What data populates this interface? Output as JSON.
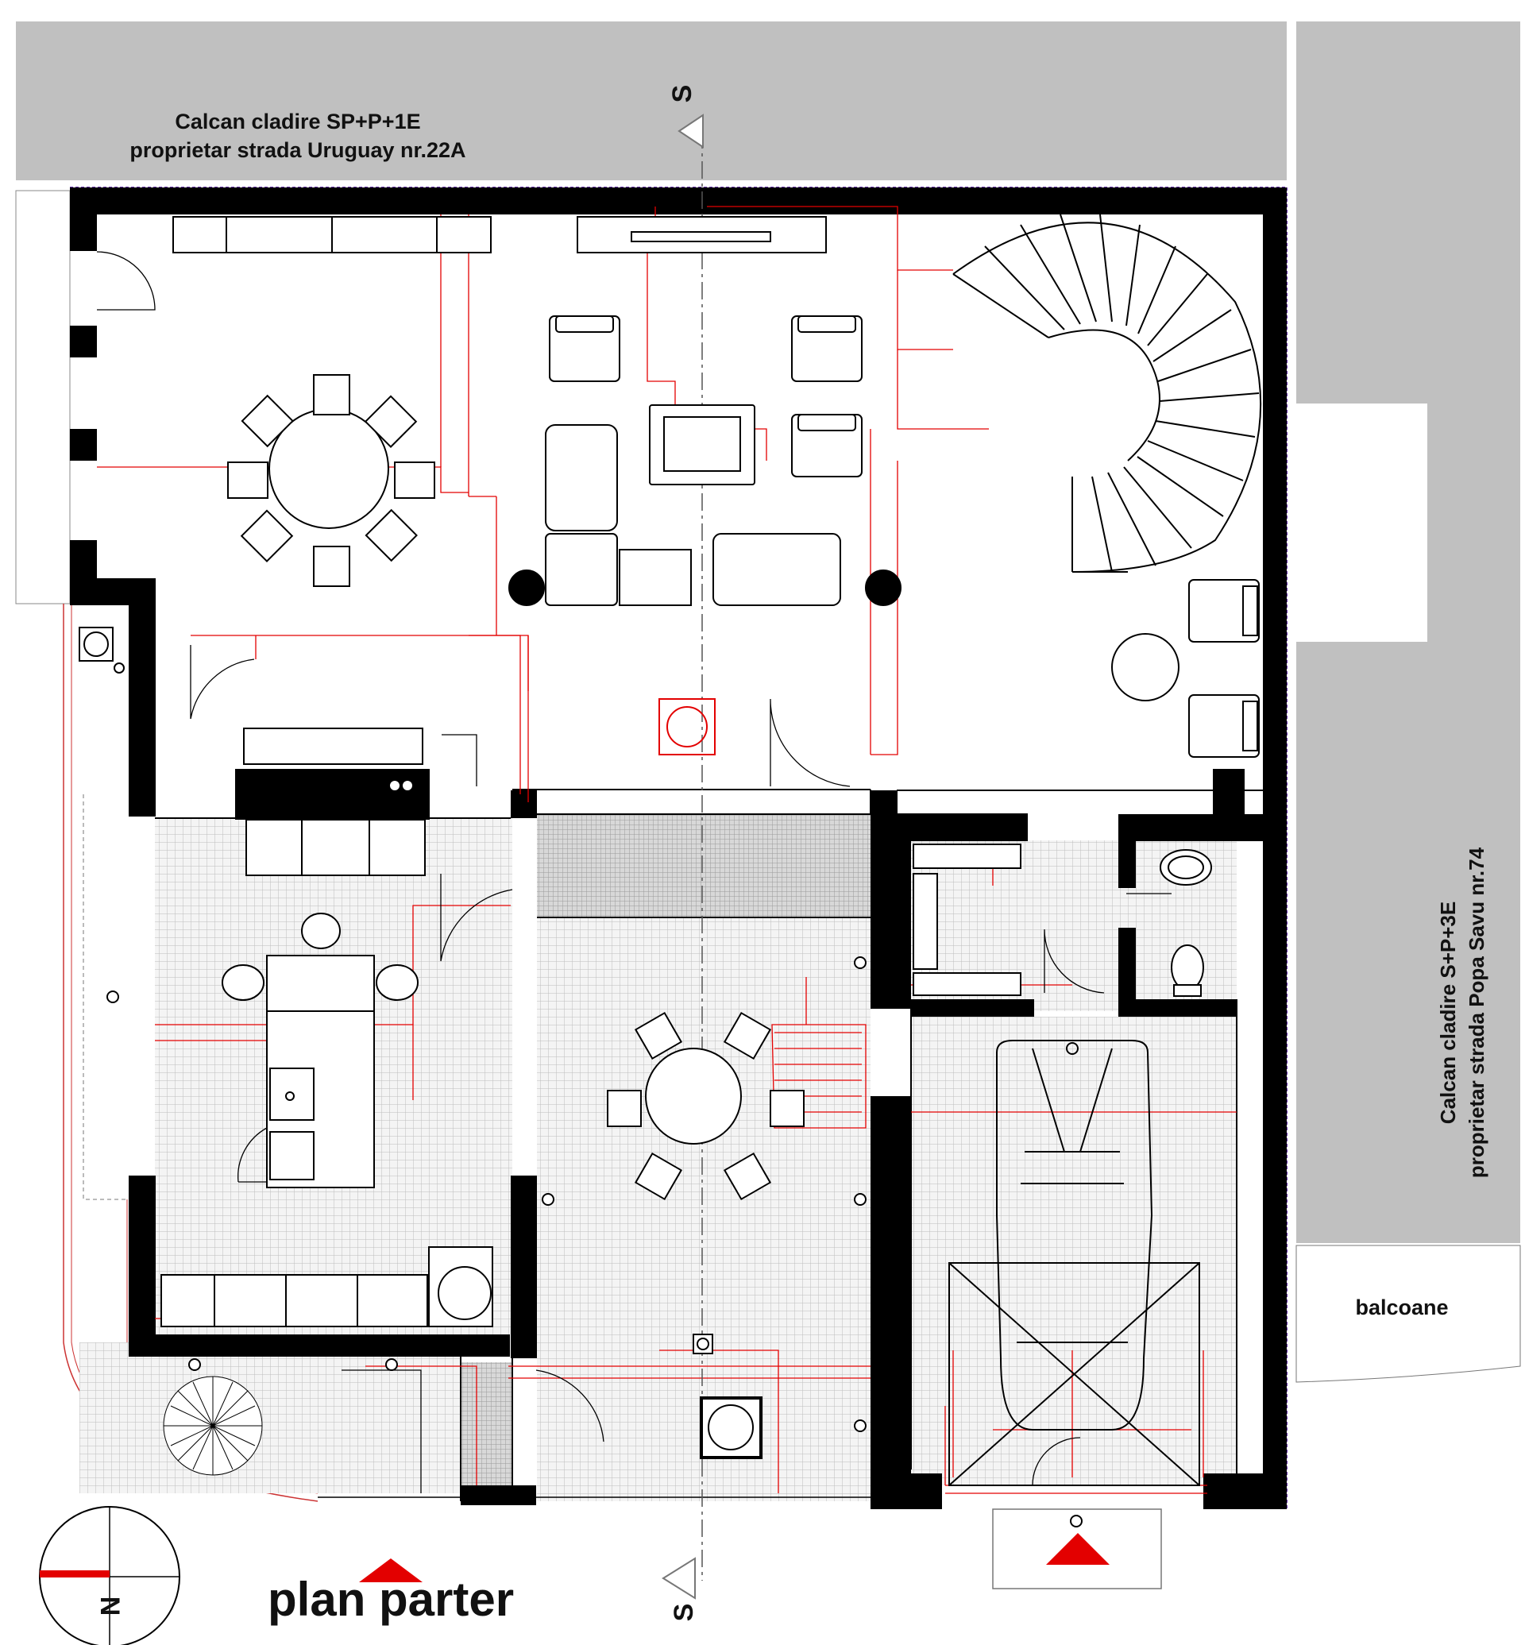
{
  "neighbor_north": {
    "line1": "Calcan cladire SP+P+1E",
    "line2": "proprietar strada Uruguay nr.22A"
  },
  "neighbor_east": {
    "line1": "Calcan cladire S+P+3E",
    "line2": "proprietar strada Popa Savu nr.74"
  },
  "balcony_label": "balcoane",
  "plan_title": "plan parter",
  "section_marker": "S",
  "north_letter": "N",
  "colors": {
    "neighbor_fill": "#c0c0c0",
    "wall": "#000000",
    "annotation_red": "#e30000",
    "paving_fill": "#ededed"
  },
  "icons": [
    "north-arrow-icon",
    "entrance-arrow-icon",
    "section-marker-icon",
    "spiral-staircase-icon",
    "car-icon",
    "tree-icon",
    "toilet-icon",
    "sink-icon"
  ]
}
